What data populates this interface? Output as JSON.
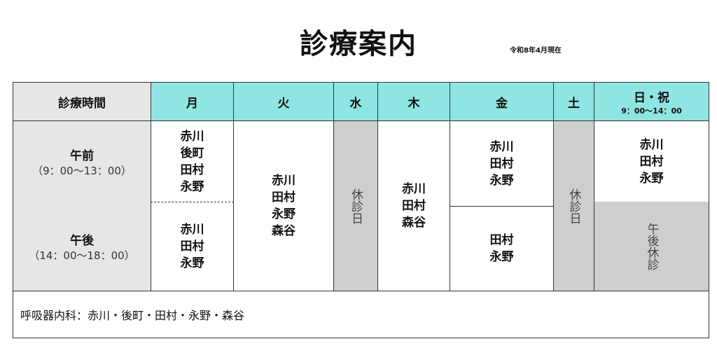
{
  "title": "診療案内",
  "as_of": "令和8年4月現在",
  "header": {
    "time": "診療時間",
    "days": [
      "月",
      "火",
      "水",
      "木",
      "金",
      "土",
      "日・祝"
    ],
    "sun_hours": "9：00〜14：00"
  },
  "rows": {
    "am_label": "午前",
    "am_time": "（9：00〜13：00）",
    "pm_label": "午後",
    "pm_time": "（14：00〜18：00）"
  },
  "cells": {
    "mon_am": [
      "赤川",
      "後町",
      "田村",
      "永野"
    ],
    "mon_pm": [
      "赤川",
      "田村",
      "永野"
    ],
    "tue": [
      "赤川",
      "田村",
      "永野",
      "森谷"
    ],
    "wed": "休診日",
    "thu": [
      "赤川",
      "田村",
      "森谷"
    ],
    "fri_am": [
      "赤川",
      "田村",
      "永野"
    ],
    "fri_pm": [
      "田村",
      "永野"
    ],
    "sat": "休診日",
    "sun_am": [
      "赤川",
      "田村",
      "永野"
    ],
    "sun_pm": "午後休診"
  },
  "footer": "呼吸器内科：赤川・後町・田村・永野・森谷"
}
